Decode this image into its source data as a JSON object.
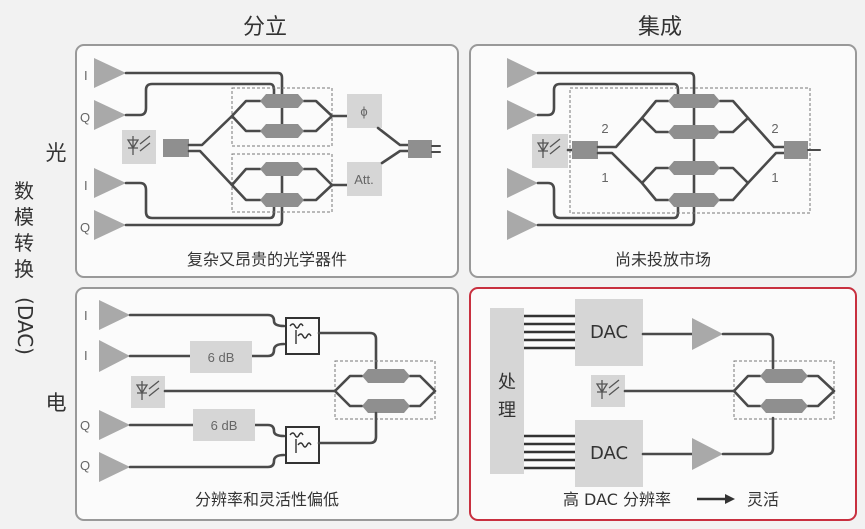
{
  "columns": {
    "discrete": "分立",
    "integrated": "集成"
  },
  "rows": {
    "optical": "光",
    "electrical": "电"
  },
  "side_label": [
    "数",
    "模",
    "转",
    "换",
    "(DAC)"
  ],
  "panels": {
    "optical_discrete": {
      "caption": "复杂又昂贵的光学器件",
      "inputs": [
        "I",
        "Q",
        "I",
        "Q"
      ],
      "phase_box": "ϕ",
      "att_box": "Att."
    },
    "optical_integrated": {
      "caption": "尚未投放市场",
      "branch_labels": [
        "2",
        "1",
        "2",
        "1"
      ]
    },
    "electrical_discrete": {
      "caption": "分辨率和灵活性偏低",
      "inputs": [
        "I",
        "I",
        "Q",
        "Q"
      ],
      "attenuators": [
        "6 dB",
        "6 dB"
      ]
    },
    "electrical_integrated": {
      "caption_left": "高 DAC 分辨率",
      "caption_right": "灵活",
      "processor": "处理",
      "processor_chars": [
        "处",
        "理"
      ],
      "dac_labels": [
        "DAC",
        "DAC"
      ],
      "highlight_color": "#c8303f"
    }
  }
}
